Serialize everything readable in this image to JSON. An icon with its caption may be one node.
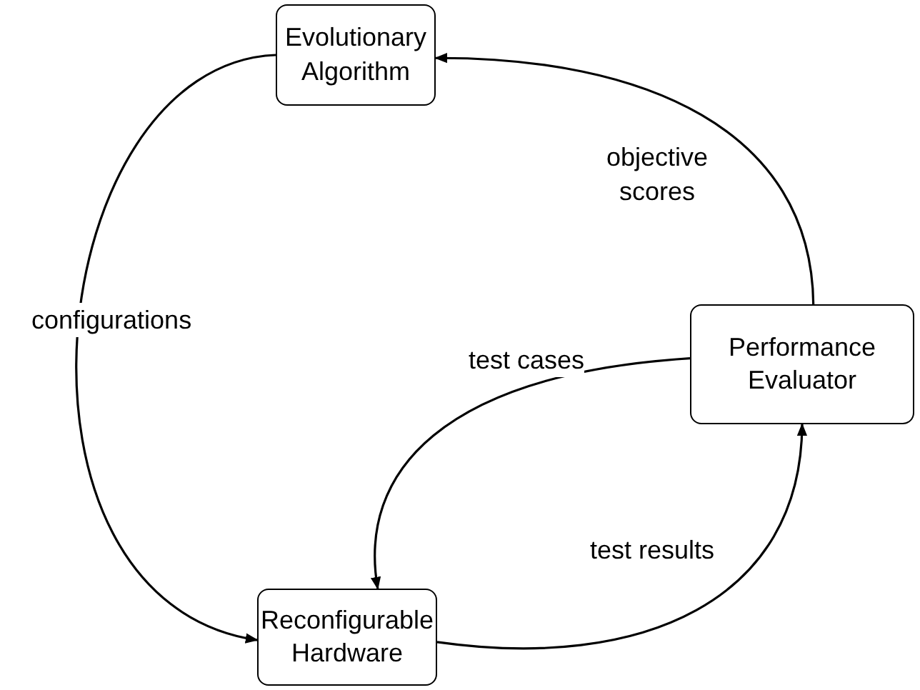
{
  "diagram": {
    "nodes": [
      {
        "text": [
          "Evolutionary Algorithm"
        ]
      },
      {
        "text": [
          "Performance Evaluator"
        ]
      },
      {
        "text": [
          "Reconfigurable Hardware"
        ]
      }
    ],
    "edges": [
      {
        "from": 0,
        "to": 2,
        "arrow": "to",
        "label": "configurations"
      },
      {
        "from": 1,
        "to": 0,
        "arrow": "to",
        "label": "objective scores"
      },
      {
        "from": 1,
        "to": 2,
        "arrow": "to",
        "label": "test cases"
      },
      {
        "from": 2,
        "to": 1,
        "arrow": "to",
        "label": "test results"
      }
    ]
  }
}
